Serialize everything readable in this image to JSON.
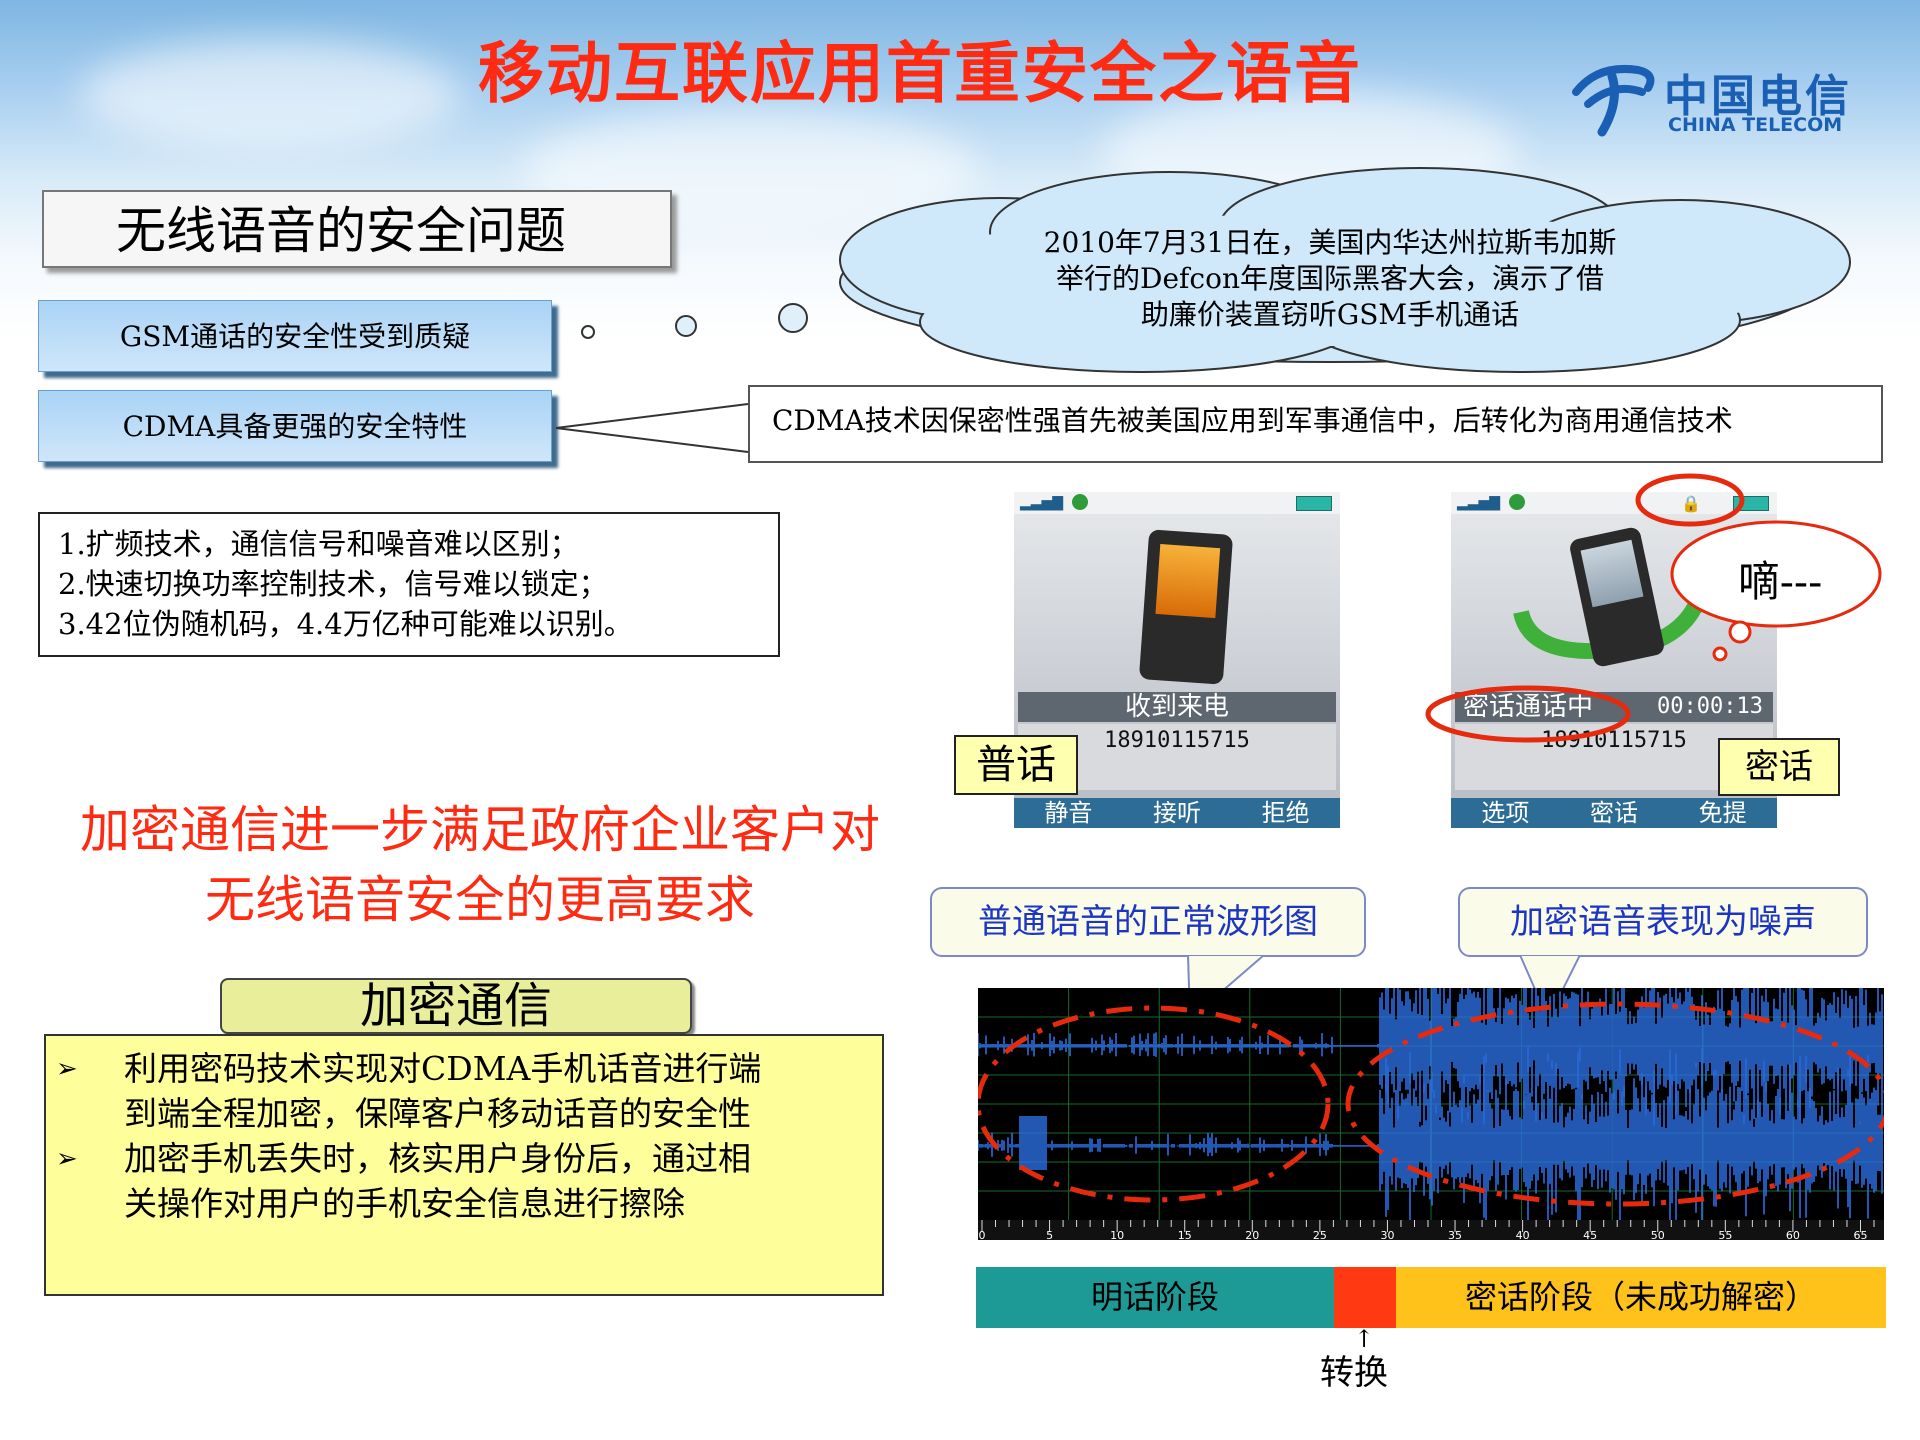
{
  "header": {
    "title": "移动互联应用首重安全之语音"
  },
  "logo": {
    "cn": "中国电信",
    "en": "CHINA TELECOM"
  },
  "section": {
    "title": "无线语音的安全问题"
  },
  "issues": {
    "gsm": "GSM通话的安全性受到质疑",
    "cdma": "CDMA具备更强的安全特性",
    "cdma_note": "CDMA技术因保密性强首先被美国应用到军事通信中，后转化为商用通信技术",
    "gsm_cloud": [
      "2010年7月31日在，美国内华达州拉斯韦加斯",
      "举行的Defcon年度国际黑客大会，演示了借",
      "助廉价装置窃听GSM手机通话"
    ]
  },
  "features": [
    "1.扩频技术，通信信号和噪音难以区别；",
    "2.快速切换功率控制技术，信号难以锁定；",
    "3.42位伪随机码，4.4万亿种可能难以识别。"
  ],
  "requirement": [
    "加密通信进一步满足政府企业客户对",
    "无线语音安全的更高要求"
  ],
  "encryption": {
    "title": "加密通信",
    "bullets": [
      "利用密码技术实现对CDMA手机话音进行端到端全程加密，保障客户移动话音的安全性",
      "加密手机丢失时，核实用户身份后，通过相关操作对用户的手机安全信息进行擦除"
    ],
    "bullet_lines": [
      [
        "利用密码技术实现对CDMA手机话音进行端",
        "到端全程加密，保障客户移动话音的安全性"
      ],
      [
        "加密手机丢失时，核实用户身份后，通过相",
        "关操作对用户的手机安全信息进行擦除"
      ]
    ]
  },
  "phones": {
    "normal": {
      "status": "收到来电",
      "number": "18910115715",
      "softkeys": [
        "静音",
        "接听",
        "拒绝"
      ],
      "tag": "普话"
    },
    "secure": {
      "status": "密话通话中",
      "timer": "00:00:13",
      "number": "18910115715",
      "softkeys": [
        "选项",
        "密话",
        "免提"
      ],
      "tag": "密话",
      "bubble": "嘀---"
    }
  },
  "waveform": {
    "callout_normal": "普通语音的正常波形图",
    "callout_encrypted": "加密语音表现为噪声",
    "ticks": [
      "0",
      "5",
      "10",
      "15",
      "20",
      "25",
      "30",
      "35",
      "40",
      "45",
      "50",
      "55",
      "60",
      "65"
    ],
    "phase_clear": "明话阶段",
    "phase_secure": "密话阶段（未成功解密）",
    "switch_label": "转换",
    "colors": {
      "clear": "#1e9a96",
      "switch": "#ff3a12",
      "secure": "#ffc21a",
      "wave": "#2a6fe0"
    }
  }
}
